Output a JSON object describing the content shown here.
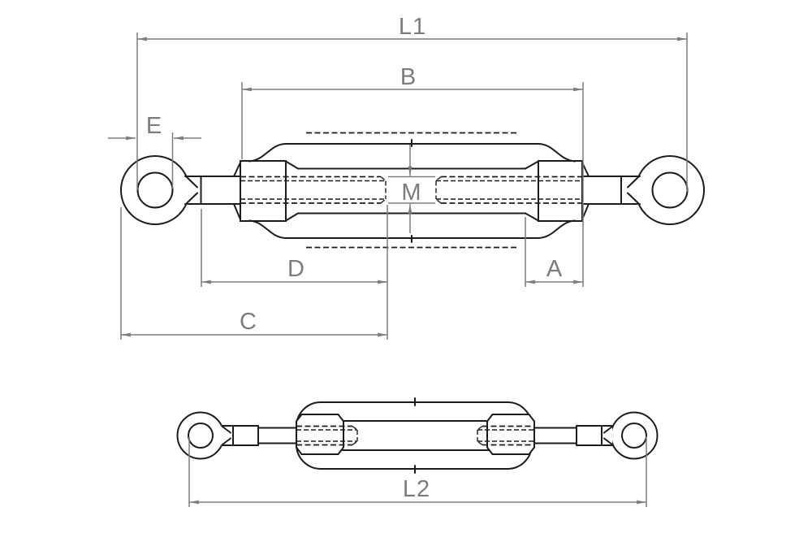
{
  "labels": {
    "l1": "L1",
    "b": "B",
    "e": "E",
    "m": "M",
    "d": "D",
    "a": "A",
    "c": "C",
    "l2": "L2"
  },
  "colors": {
    "background": "#ffffff",
    "part_lines": "#1c1c1c",
    "dimension_lines": "#7c7c7c",
    "label_text": "#7c7c7c"
  }
}
